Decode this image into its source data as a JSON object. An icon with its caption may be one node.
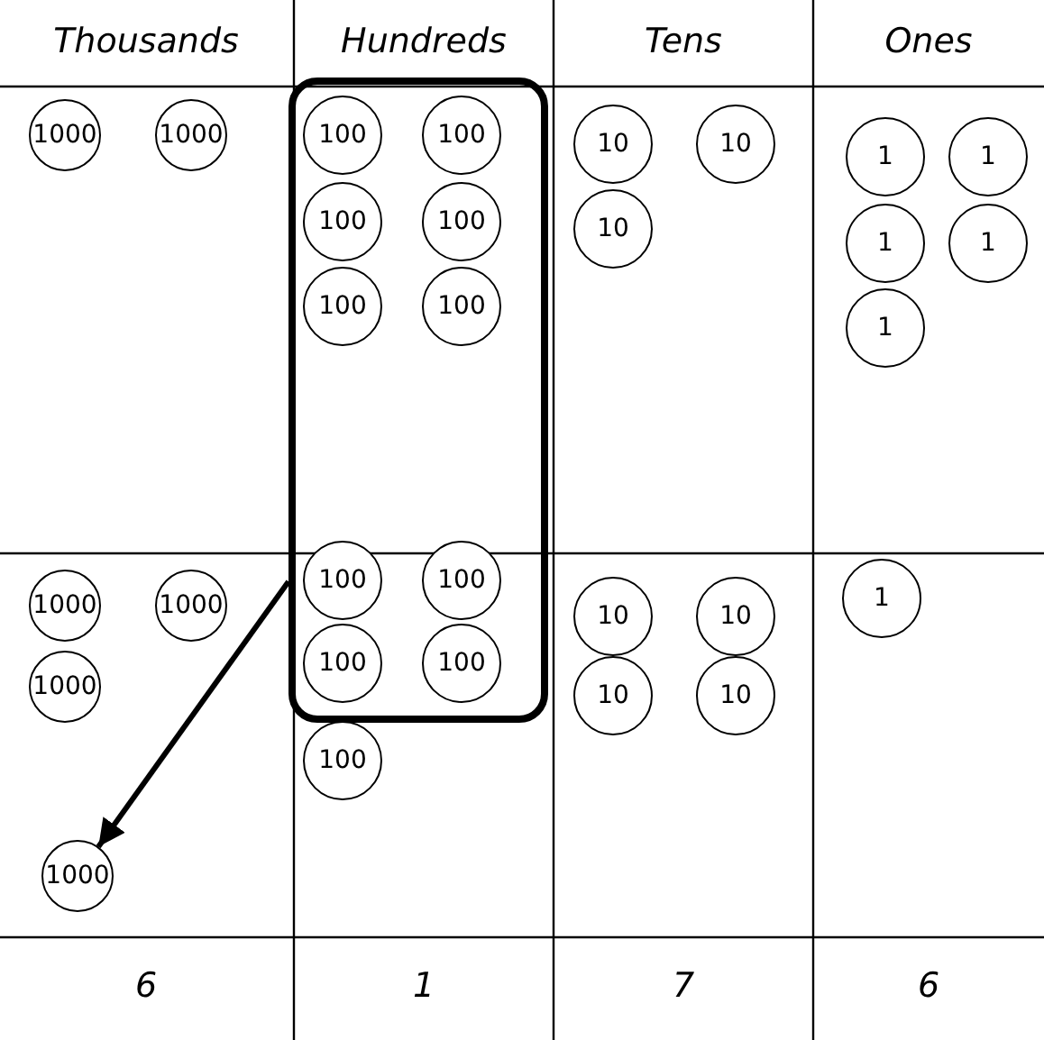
{
  "diagram": {
    "nodes": [
      {
        "text": [
          "1000"
        ]
      },
      {
        "text": [
          "1000"
        ]
      },
      {
        "text": [],
        "shape": "box"
      },
      {
        "text": [
          "100"
        ],
        "in": 2
      },
      {
        "text": [
          "100"
        ],
        "in": 2
      },
      {
        "text": [
          "100"
        ],
        "in": 2
      },
      {
        "text": [
          "100"
        ],
        "in": 2
      },
      {
        "text": [
          "100"
        ],
        "in": 2
      },
      {
        "text": [
          "100"
        ],
        "in": 2
      },
      {
        "text": [
          "10"
        ]
      },
      {
        "text": [
          "10"
        ]
      },
      {
        "text": [
          "10"
        ]
      },
      {
        "text": [
          "1"
        ]
      },
      {
        "text": [
          "1"
        ]
      },
      {
        "text": [
          "1"
        ]
      },
      {
        "text": [
          "1"
        ]
      },
      {
        "text": [
          "1"
        ]
      },
      {
        "text": [
          "1000"
        ]
      },
      {
        "text": [
          "1000"
        ]
      },
      {
        "text": [
          "1000"
        ]
      },
      {
        "text": [
          "1000"
        ]
      },
      {
        "text": [
          "100"
        ],
        "in": 2
      },
      {
        "text": [
          "100"
        ],
        "in": 2
      },
      {
        "text": [
          "100"
        ],
        "in": 2
      },
      {
        "text": [
          "100"
        ],
        "in": 2
      },
      {
        "text": [
          "100"
        ]
      },
      {
        "text": [
          "10"
        ]
      },
      {
        "text": [
          "10"
        ]
      },
      {
        "text": [
          "10"
        ]
      },
      {
        "text": [
          "10"
        ]
      },
      {
        "text": [
          "1"
        ]
      }
    ],
    "edges": [
      {
        "from": 2,
        "to": 20,
        "arrow": "to"
      }
    ],
    "labels": [
      "Thousands",
      "Hundreds",
      "Tens",
      "Ones",
      "6",
      "1",
      "7",
      "6"
    ]
  }
}
